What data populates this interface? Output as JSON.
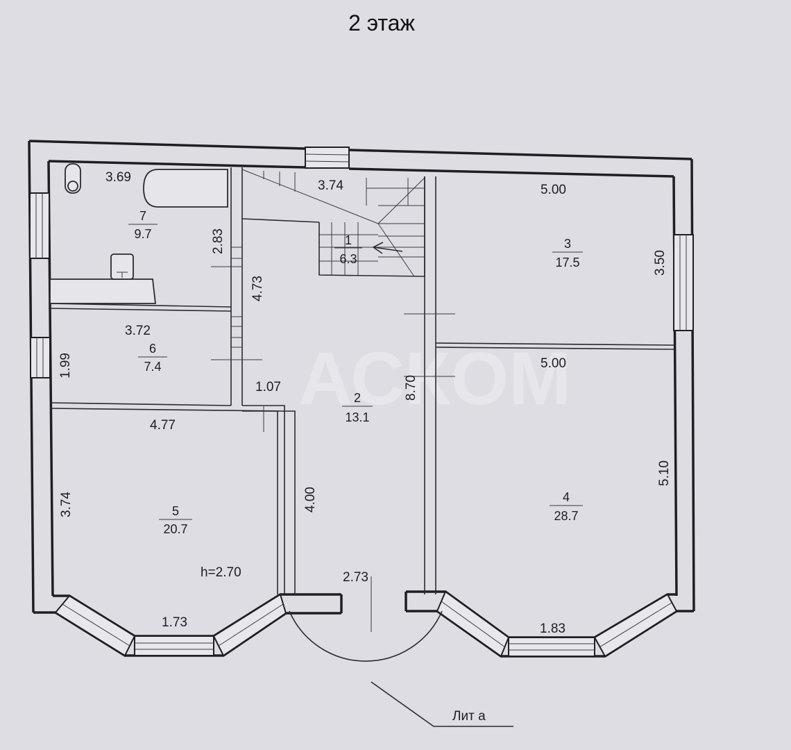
{
  "title": "2 этаж",
  "watermark": "АСКОМ",
  "rooms": [
    {
      "id": "7",
      "area": "9.7"
    },
    {
      "id": "1",
      "area": "6.3"
    },
    {
      "id": "3",
      "area": "17.5"
    },
    {
      "id": "6",
      "area": "7.4"
    },
    {
      "id": "2",
      "area": "13.1"
    },
    {
      "id": "5",
      "area": "20.7"
    },
    {
      "id": "4",
      "area": "28.7"
    }
  ],
  "dimensions": [
    "3.69",
    "3.74",
    "5.00",
    "2.83",
    "4.73",
    "3.50",
    "3.72",
    "1.99",
    "5.00",
    "1.07",
    "8.70",
    "4.77",
    "5.10",
    "3.74",
    "4.00",
    "2.73",
    "1.73",
    "1.83"
  ],
  "ceiling_height": "h=2.70",
  "annex_label": "Лит а"
}
